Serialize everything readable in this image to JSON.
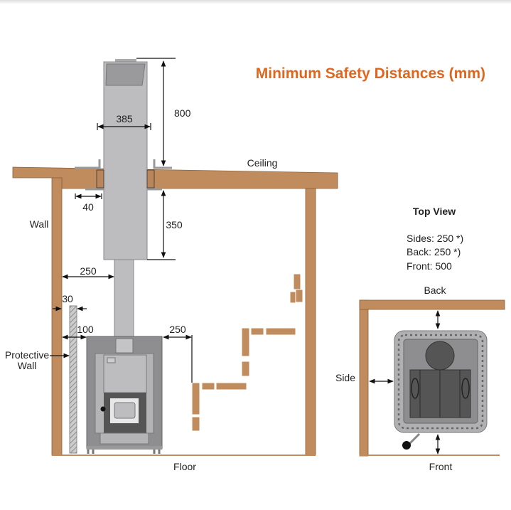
{
  "title": "Minimum Safety Distances (mm)",
  "side_view": {
    "labels": {
      "wall": "Wall",
      "ceiling": "Ceiling",
      "protective_wall_1": "Protective",
      "protective_wall_2": "Wall",
      "floor": "Floor"
    },
    "dimensions": {
      "chimney_top": "800",
      "chimney_width": "385",
      "ceiling_gap": "40",
      "below_ceiling": "350",
      "wall_to_chimney": "250",
      "protective_gap": "30",
      "protective_to_stove": "100",
      "stove_to_wood": "250"
    }
  },
  "top_view": {
    "heading": "Top View",
    "sides": "Sides: 250 *)",
    "back": "Back: 250 *)",
    "front": "Front: 500",
    "labels": {
      "back": "Back",
      "side": "Side",
      "front": "Front"
    }
  },
  "colors": {
    "accent": "#e0661e",
    "wood": "#c08c5e",
    "steel": "#bdbdbf"
  }
}
